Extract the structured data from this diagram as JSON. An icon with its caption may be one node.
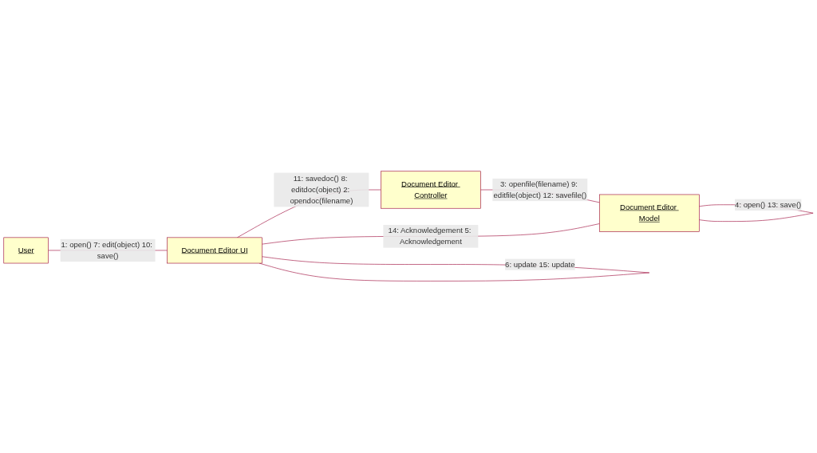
{
  "diagram": {
    "nodes": [
      {
        "text": [
          "User"
        ]
      },
      {
        "text": [
          "Document Editor UI"
        ]
      },
      {
        "text": [
          "Document Editor Controller"
        ]
      },
      {
        "text": [
          "Document Editor Model"
        ]
      }
    ],
    "edges": [
      {
        "from": 0,
        "to": 1,
        "arrow": "none",
        "label": "1: open() 7: edit(object) 10: save()"
      },
      {
        "from": 1,
        "to": 1,
        "arrow": "none",
        "label": "6: update 15: update"
      },
      {
        "from": 1,
        "to": 2,
        "arrow": "none",
        "label": "11: savedoc() 8: editdoc(object) 2: opendoc(filename)"
      },
      {
        "from": 3,
        "to": 1,
        "arrow": "none",
        "label": "14: Acknowledgement 5: Acknowledgement"
      },
      {
        "from": 2,
        "to": 3,
        "arrow": "none",
        "label": "3: openfile(filename) 9: editfile(object) 12: savefile()"
      },
      {
        "from": 3,
        "to": 3,
        "arrow": "none",
        "label": "4: open() 13: save()"
      }
    ]
  }
}
